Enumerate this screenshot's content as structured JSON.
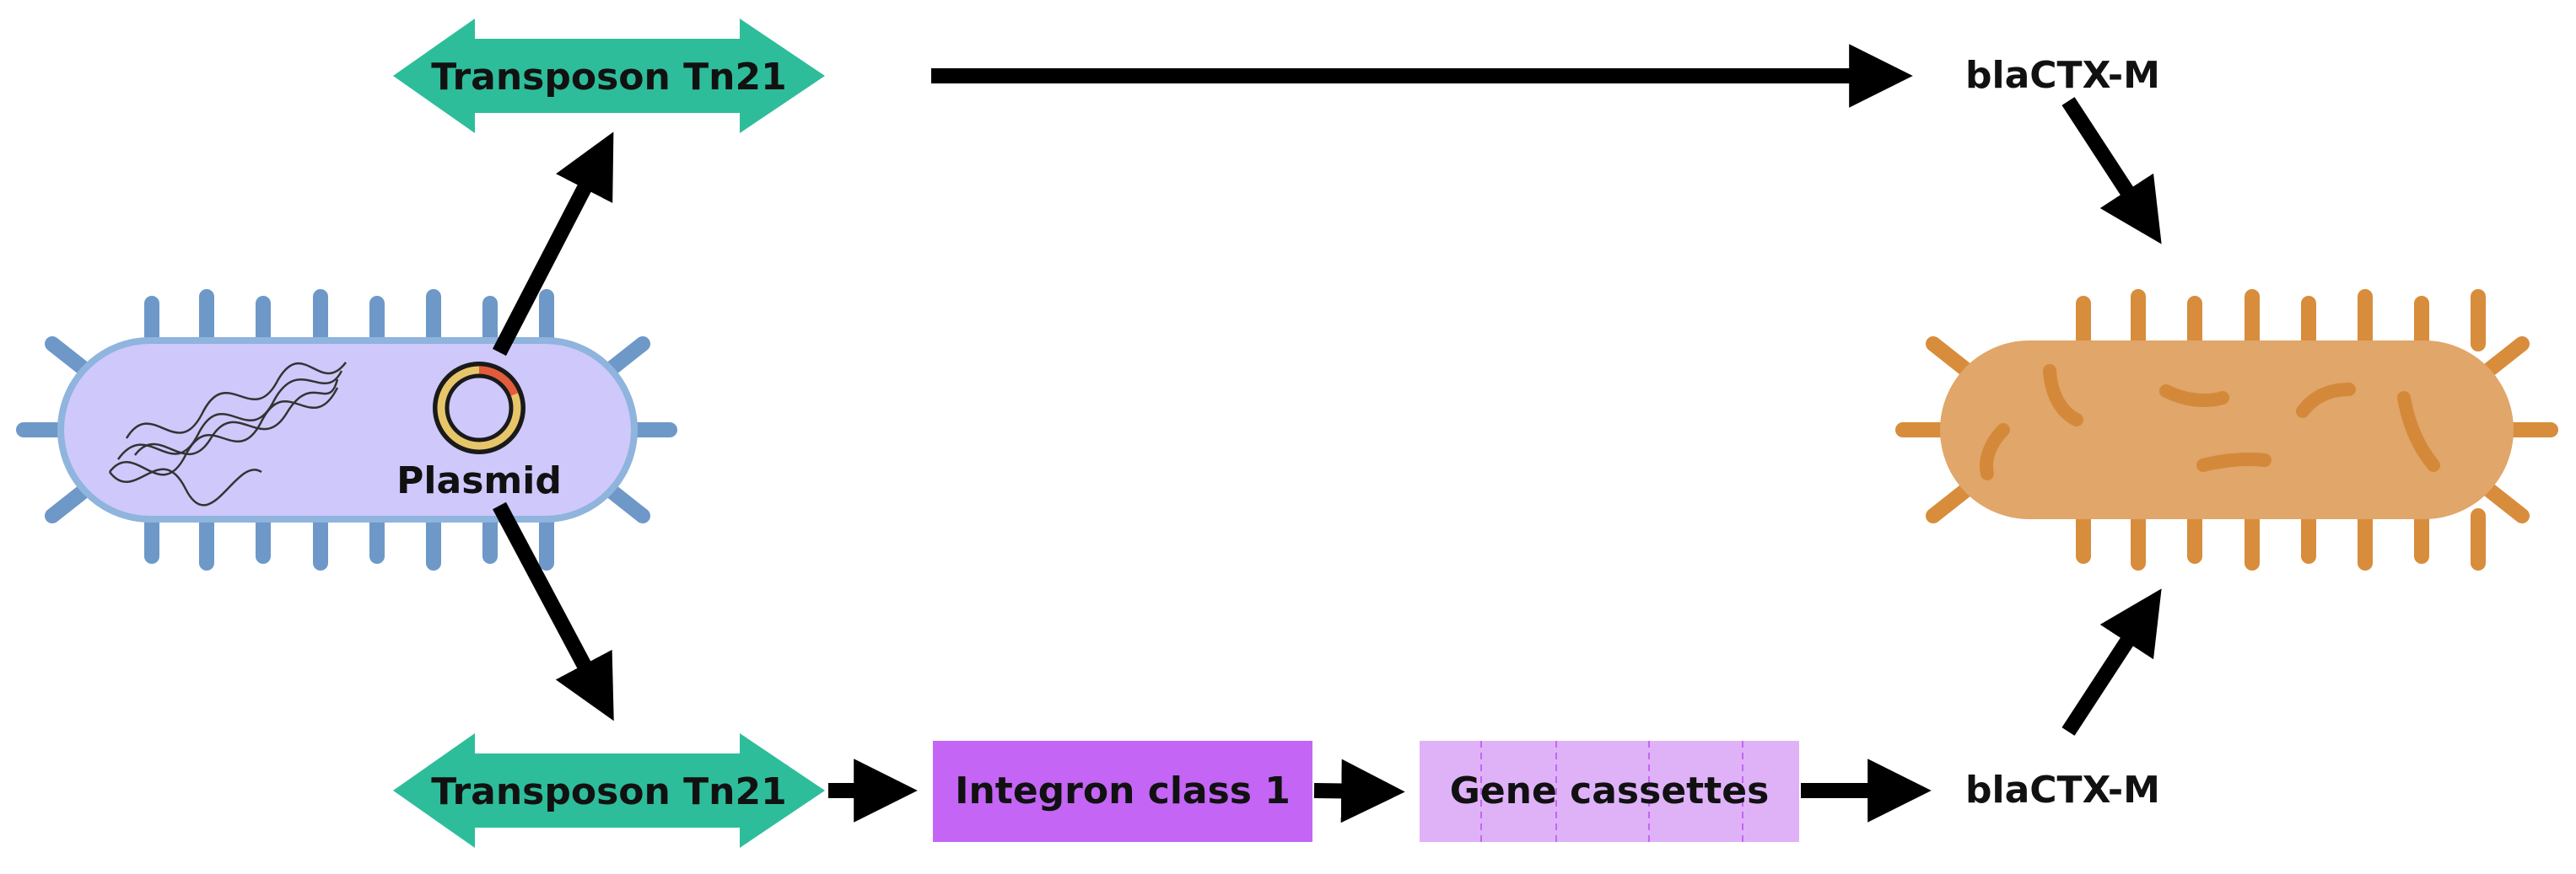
{
  "labels": {
    "transposon_top": "Transposon Tn21",
    "transposon_bottom": "Transposon Tn21",
    "plasmid": "Plasmid",
    "integron": "Integron class 1",
    "gene_cassettes": "Gene cassettes",
    "bla_top": "blaCTX-M",
    "bla_bottom": "blaCTX-M"
  },
  "colors": {
    "transposon": "#2ebd9b",
    "integron": "#c465f5",
    "gene_cassettes": "#dfb2f8",
    "donor_body": "#cfc8fb",
    "donor_outline": "#8fb4dd",
    "donor_pili": "#6e98c8",
    "recipient_body": "#e0a66a",
    "recipient_pili": "#d88d3c",
    "plasmid_ring": "#e7c66a",
    "plasmid_marker": "#e45b3c",
    "arrow": "#000000"
  }
}
